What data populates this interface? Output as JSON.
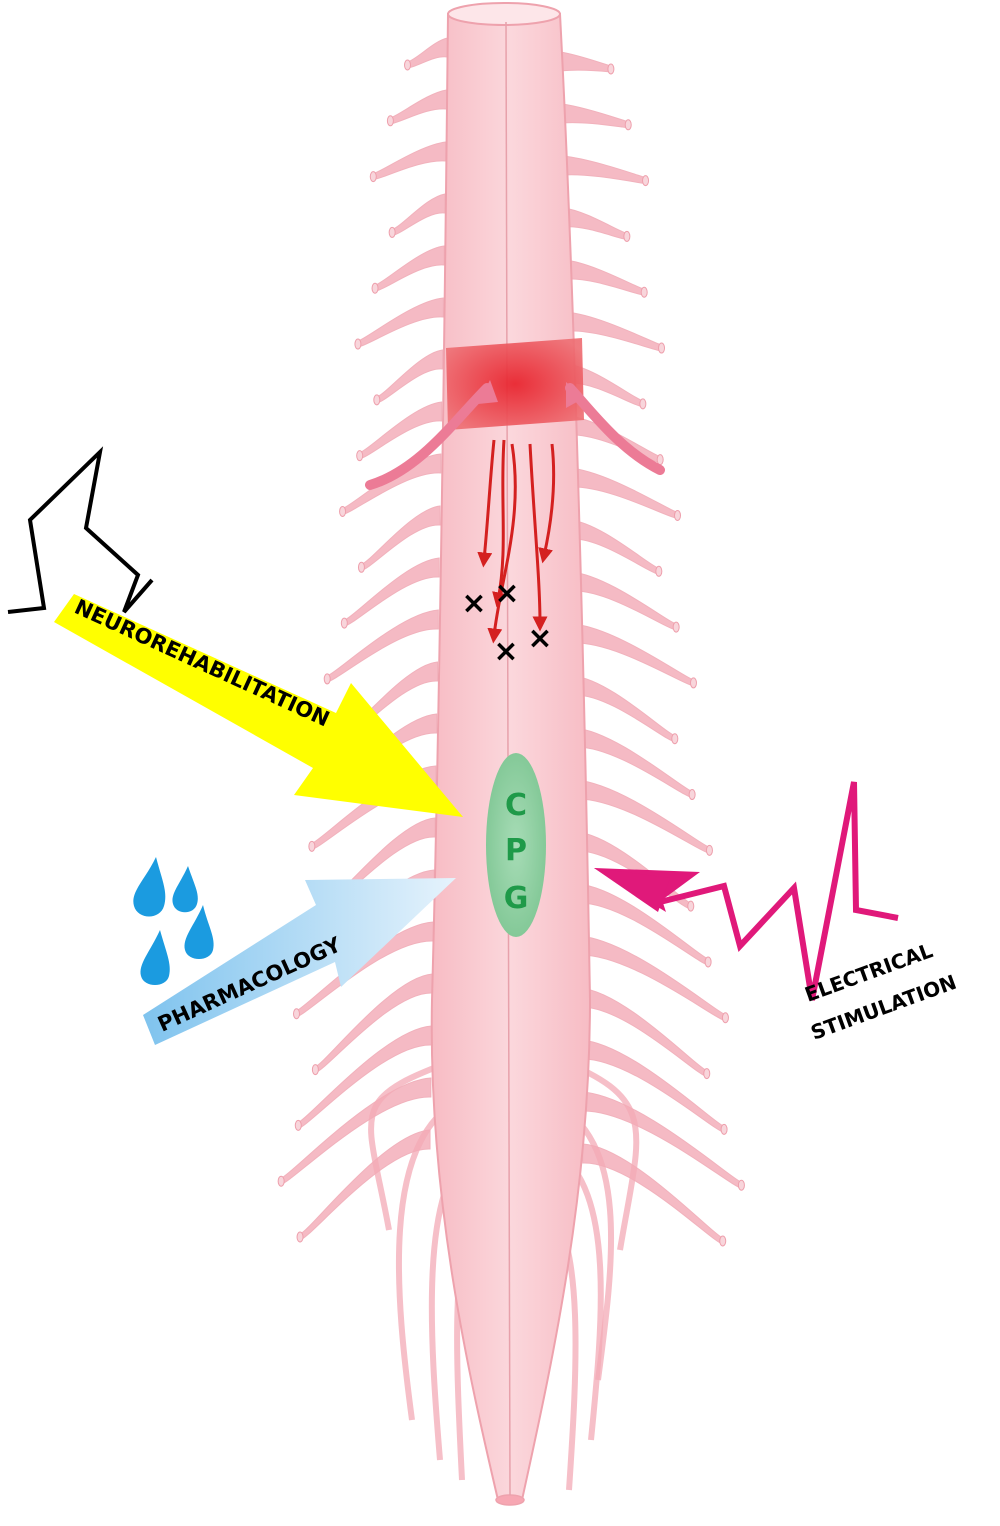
{
  "labels": {
    "neurorehabilitation": "NEUROREHABILITATION",
    "pharmacology": "PHARMACOLOGY",
    "electrical_line1": "ELECTRICAL",
    "electrical_line2": "STIMULATION",
    "cpg_c": "C",
    "cpg_p": "P",
    "cpg_g": "G"
  },
  "blocked_marker": "×",
  "colors": {
    "cord": "#f9c9cf",
    "cord_edge": "#f0a3ae",
    "root": "#f3a9b6",
    "lesion": "#e8404a",
    "descending_tracts": "#d42020",
    "cpg_fill": "#8ccf9f",
    "cpg_text": "#1f9a49",
    "neurorehab_arrow": "#ffff00",
    "pharmacology_arrow": "#bfe0f7",
    "drops": "#1b9be0",
    "electrical": "#e0197a",
    "outline": "#000000"
  }
}
